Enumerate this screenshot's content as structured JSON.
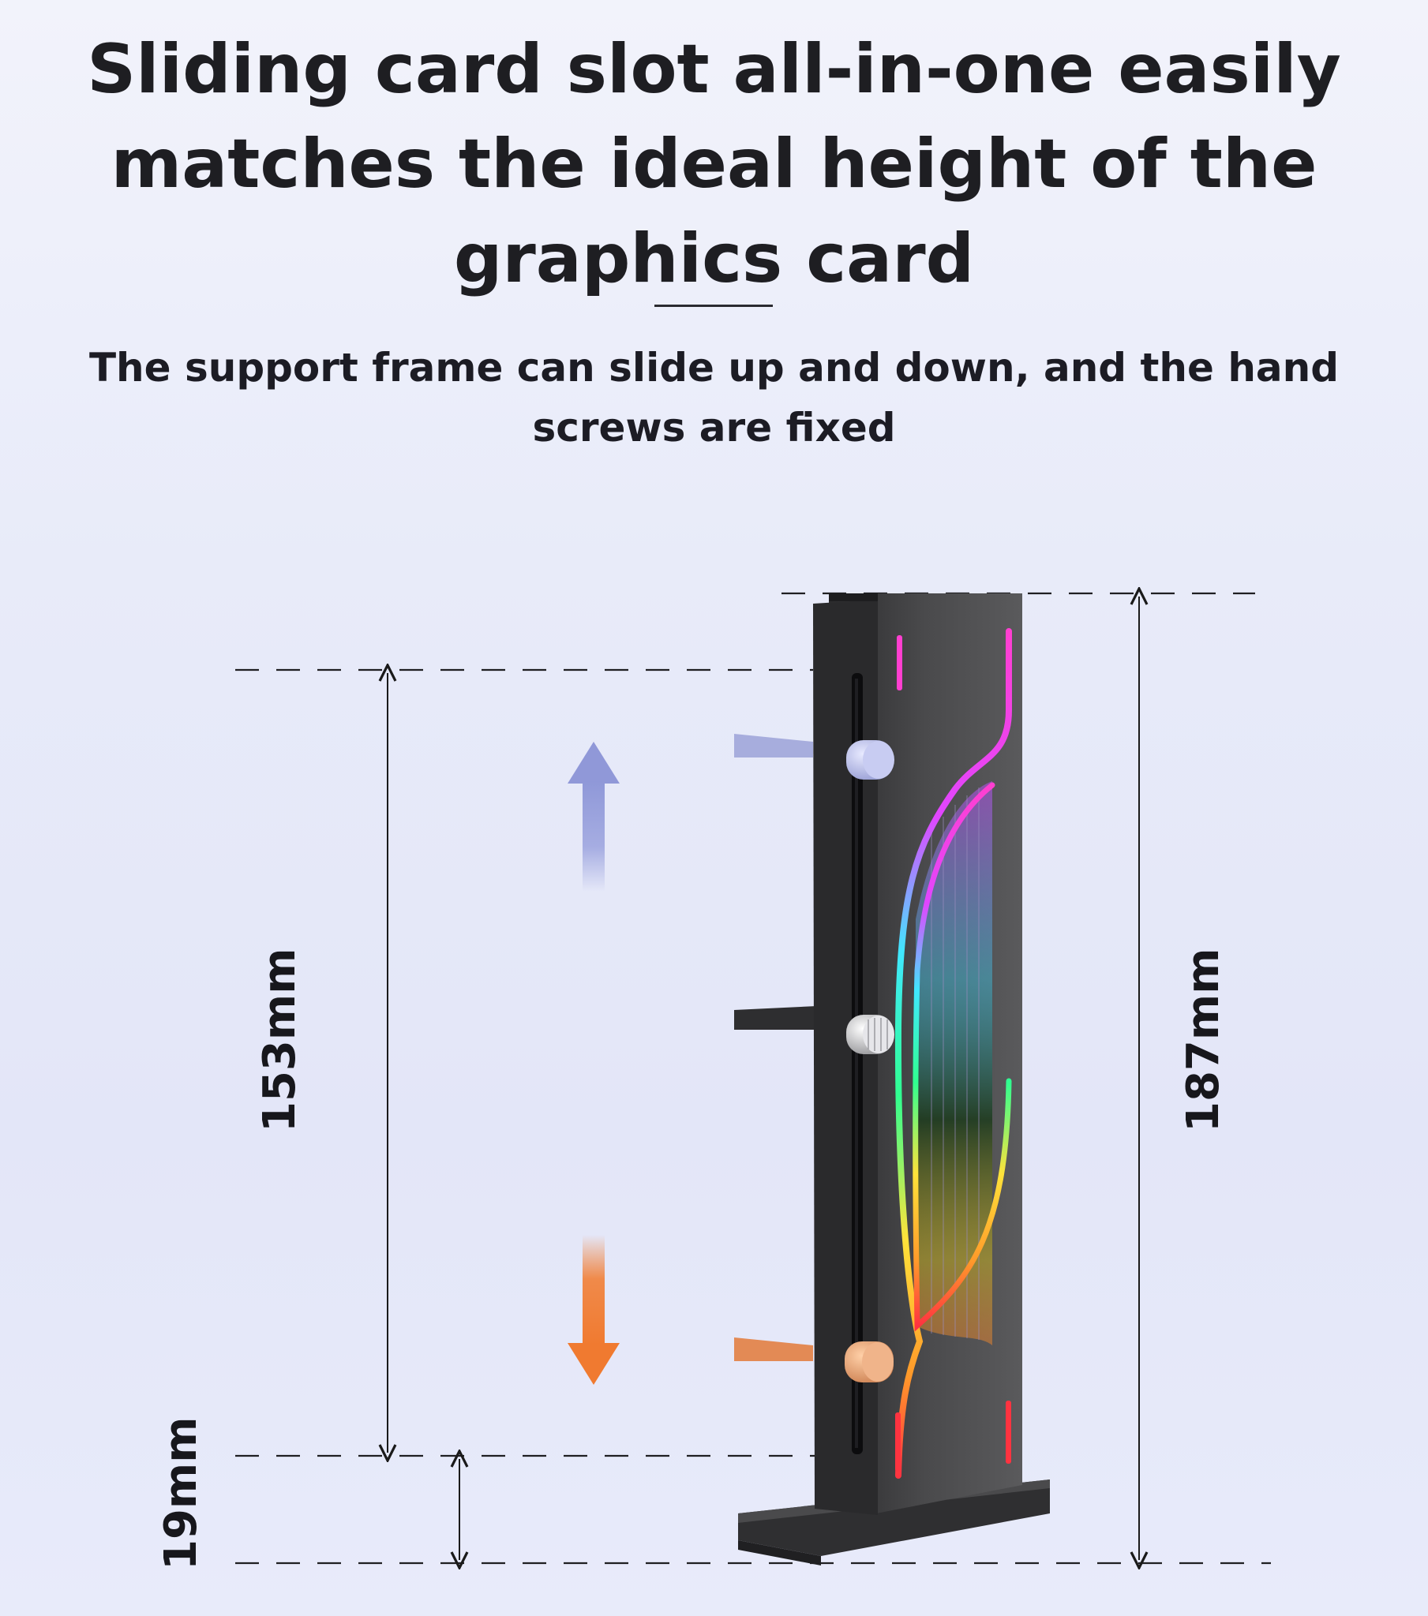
{
  "headline": {
    "line1": "Sliding card slot all-in-one easily",
    "line2": "matches the ideal height of the",
    "line3": "graphics card"
  },
  "subtitle": {
    "line1": "The support frame can slide up and down, and the hand",
    "line2": "screws are fixed"
  },
  "dimensions": {
    "slide_range": "153mm",
    "base_offset": "19mm",
    "total_height": "187mm"
  },
  "colors": {
    "up_arrow": "#9aa3dd",
    "down_arrow": "#f0813c",
    "bracket_body": "#3a3a3c",
    "rgb_magenta": "#ff3fd0",
    "rgb_cyan": "#40e8ff",
    "rgb_yellow": "#ffe23a",
    "rgb_red": "#ff3340"
  }
}
